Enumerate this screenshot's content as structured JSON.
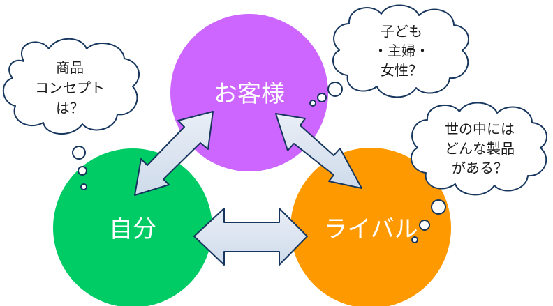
{
  "nodes": {
    "customer": {
      "label": "お客様",
      "color": "#cc66ff"
    },
    "self": {
      "label": "自分",
      "color": "#00cc66"
    },
    "rival": {
      "label": "ライバル",
      "color": "#ff9900"
    }
  },
  "arrow_fill": "#dce6f2",
  "arrow_stroke": "#17365d",
  "thoughts": {
    "self": {
      "lines": [
        "商品",
        "コンセプト",
        "は？"
      ]
    },
    "customer": {
      "lines": [
        "子ども",
        "・主婦・",
        "女性？"
      ]
    },
    "rival": {
      "lines": [
        "世の中には",
        "どんな製品",
        "がある？"
      ]
    }
  }
}
